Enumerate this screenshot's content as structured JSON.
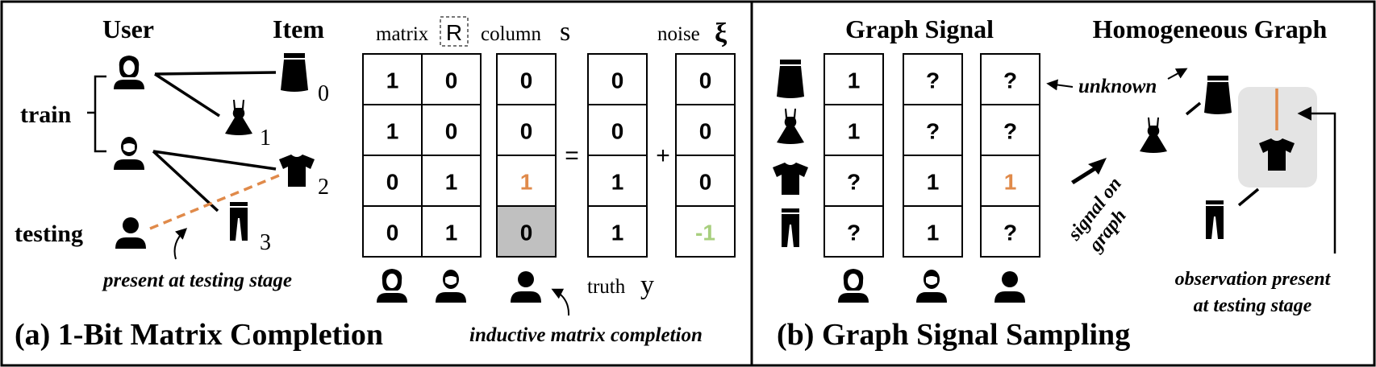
{
  "colors": {
    "orange": "#e08a4a",
    "green": "#a8cf7e",
    "gray_cell": "#c0c0c0",
    "panel_bg": "#e4e4e4",
    "black": "#000000"
  },
  "panel_a": {
    "caption": "(a) 1-Bit Matrix Completion",
    "user_heading": "User",
    "item_heading": "Item",
    "train_label": "train",
    "testing_label": "testing",
    "item_labels": [
      "0",
      "1",
      "2",
      "3"
    ],
    "present_note": "present at testing stage",
    "inductive_note": "inductive matrix completion",
    "matrix_label": "matrix",
    "matrix_symbol": "R",
    "column_label": "column",
    "column_symbol": "s",
    "noise_label": "noise",
    "noise_symbol": "ξ",
    "truth_label": "truth",
    "truth_symbol": "y",
    "equals": "=",
    "plus": "+",
    "matrix_R": [
      [
        "1",
        "0"
      ],
      [
        "1",
        "0"
      ],
      [
        "0",
        "1"
      ],
      [
        "0",
        "1"
      ]
    ],
    "column_s": [
      "0",
      "0",
      "1",
      "0"
    ],
    "truth_y": [
      "0",
      "0",
      "1",
      "1"
    ],
    "noise_xi": [
      "0",
      "0",
      "0",
      "-1"
    ]
  },
  "panel_b": {
    "caption": "(b) Graph Signal Sampling",
    "graph_signal_heading": "Graph Signal",
    "homogeneous_heading": "Homogeneous Graph",
    "signal_columns": [
      [
        "1",
        "1",
        "?",
        "?"
      ],
      [
        "?",
        "?",
        "1",
        "1"
      ],
      [
        "?",
        "?",
        "1",
        "?"
      ]
    ],
    "unknown_label": "unknown",
    "signal_on_graph_line1": "signal on",
    "signal_on_graph_line2": "graph",
    "observation_line1": "observation present",
    "observation_line2": "at testing stage"
  },
  "icons": [
    "female-user-icon",
    "male-user-icon",
    "generic-user-icon",
    "skirt-icon",
    "dress-icon",
    "tshirt-icon",
    "pants-icon"
  ]
}
